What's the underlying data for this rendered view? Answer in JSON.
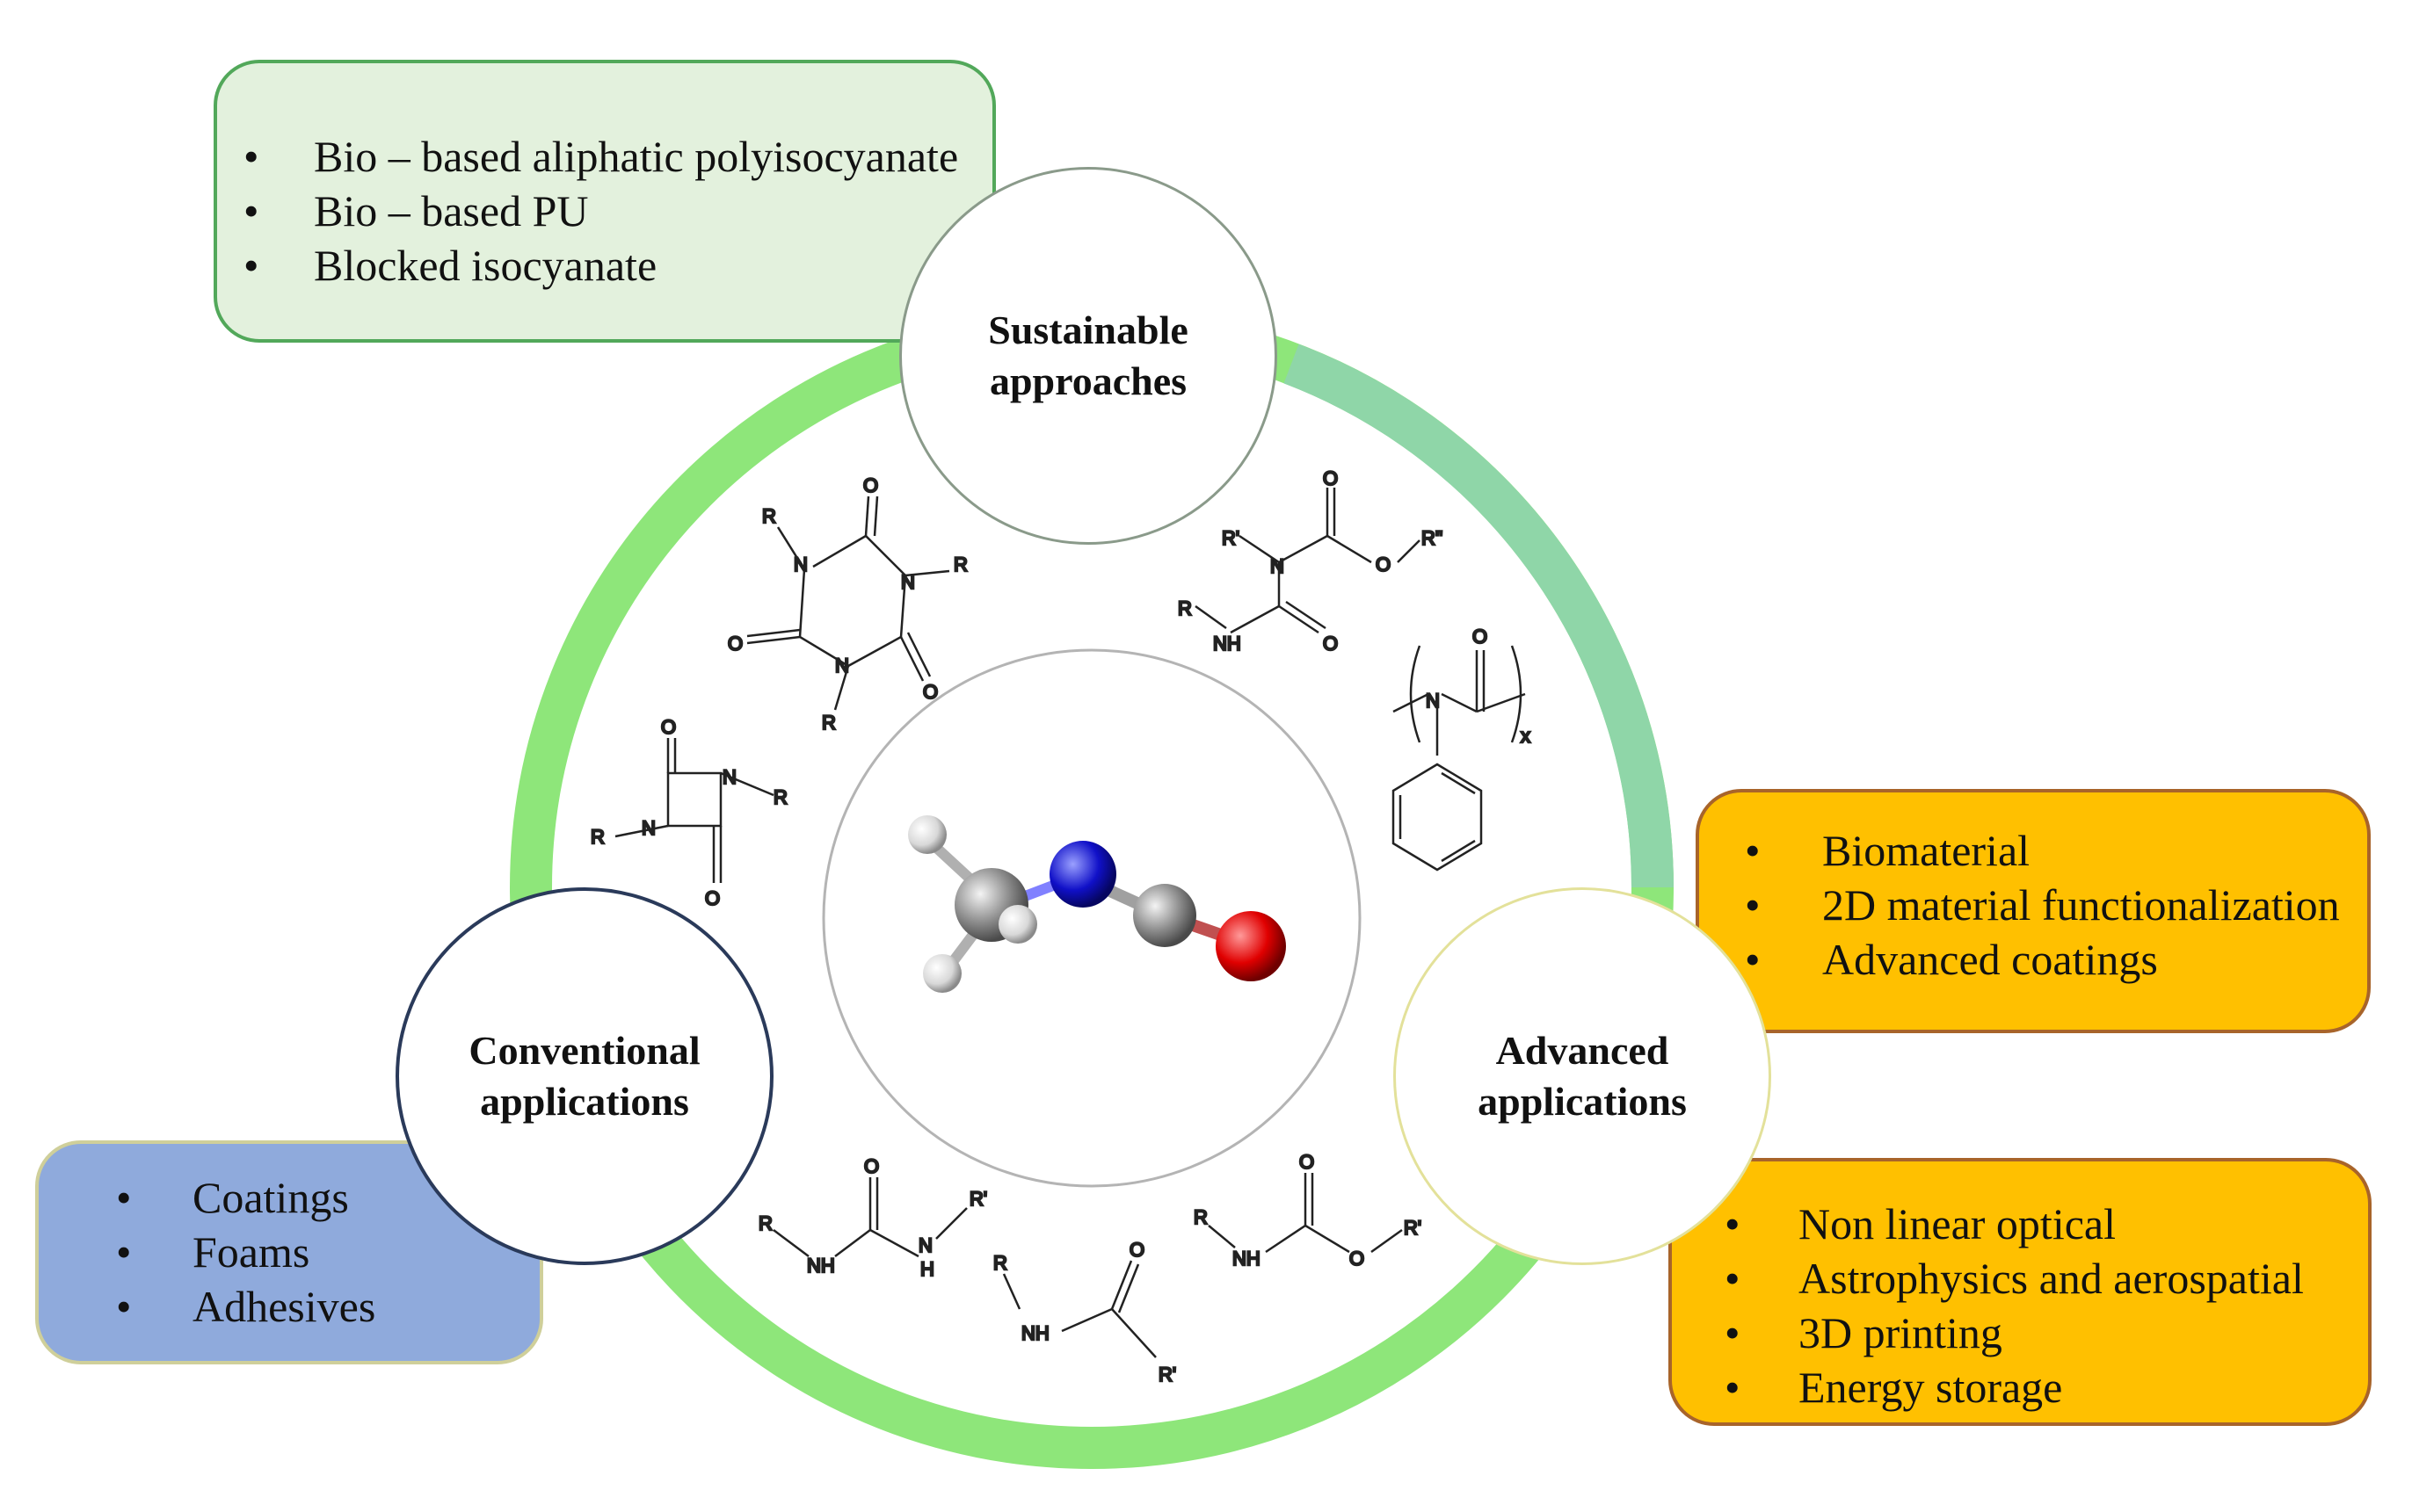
{
  "nodes": {
    "sustainable": {
      "line1": "Sustainable",
      "line2": "approaches"
    },
    "conventional": {
      "line1": "Conventional",
      "line2": "applications"
    },
    "advanced": {
      "line1": "Advanced",
      "line2": "applications"
    }
  },
  "boxes": {
    "sustainable": {
      "items": [
        "Bio – based aliphatic polyisocyanate",
        "Bio – based PU",
        "Blocked isocyanate"
      ]
    },
    "conventional": {
      "items": [
        "Coatings",
        "Foams",
        "Adhesives"
      ]
    },
    "advanced_top": {
      "items": [
        "Biomaterial",
        "2D material functionalization",
        "Advanced coatings"
      ]
    },
    "advanced_bottom": {
      "items": [
        "Non linear optical",
        "Astrophysics  and aerospatial",
        "3D printing",
        "Energy storage"
      ]
    }
  },
  "structures": {
    "r": "R",
    "r1": "R'",
    "r2": "R''",
    "o": "O",
    "n": "N",
    "nh": "NH",
    "h": "H",
    "x": "x"
  },
  "colors": {
    "ring_light": "#8ee67a",
    "ring_teal": "#8fd6a8",
    "sustainable_box": "#e3f1dd",
    "conventional_box": "#8faadc",
    "advanced_box": "#ffc000",
    "atom_nitrogen": "#1010c8",
    "atom_oxygen": "#e00000",
    "atom_carbon": "#8c8c8c",
    "atom_hydrogen": "#e8e8e8"
  }
}
